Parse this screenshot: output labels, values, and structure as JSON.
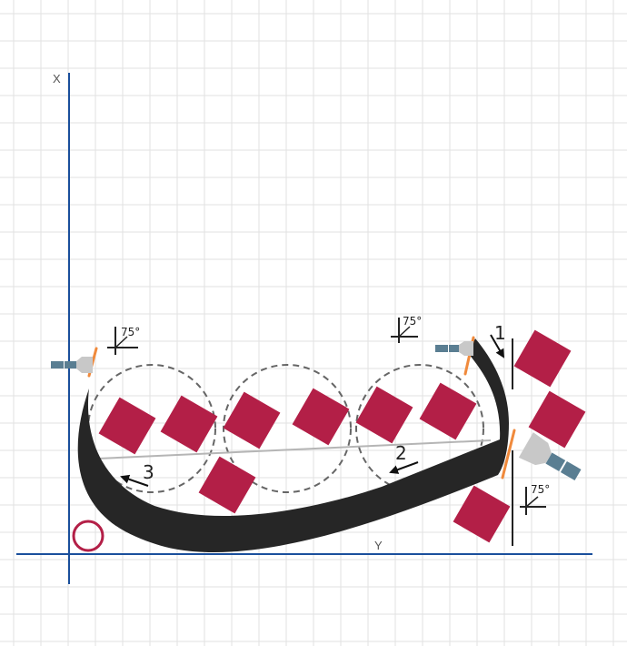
{
  "axes": {
    "x_label": "X",
    "y_label": "Y"
  },
  "angle_markers": [
    {
      "label": "75°"
    },
    {
      "label": "75°"
    },
    {
      "label": "75°"
    }
  ],
  "step_labels": [
    {
      "label": "1"
    },
    {
      "label": "2"
    },
    {
      "label": "3"
    }
  ],
  "colors": {
    "axis": "#1a4f9c",
    "blade": "#262626",
    "square": "#b31f47",
    "orange": "#f08a3c",
    "nozzle": "#5a7e92",
    "grid": "#e2e2e2"
  }
}
